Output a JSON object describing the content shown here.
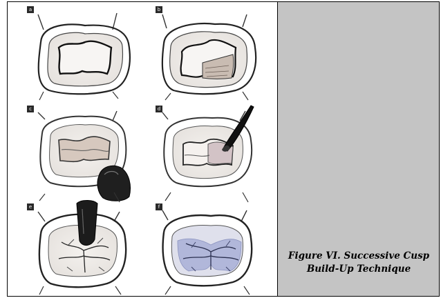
{
  "figure": {
    "panels": [
      {
        "label": "a",
        "icon": "tooth-cavity-preparation-illustration"
      },
      {
        "label": "b",
        "icon": "tooth-first-cusp-buildup-illustration"
      },
      {
        "label": "c",
        "icon": "tooth-instrument-buildup-illustration"
      },
      {
        "label": "d",
        "icon": "tooth-brush-shaping-illustration"
      },
      {
        "label": "e",
        "icon": "tooth-instrument-fissure-illustration"
      },
      {
        "label": "f",
        "icon": "tooth-completed-restoration-illustration"
      }
    ],
    "caption": "Figure VI. Successive Cusp Build-Up Technique"
  },
  "colors": {
    "panel_background": "#c4c4c4",
    "sketch_line": "#1a1a1a",
    "restoration_blue": "#8f9ccf"
  }
}
